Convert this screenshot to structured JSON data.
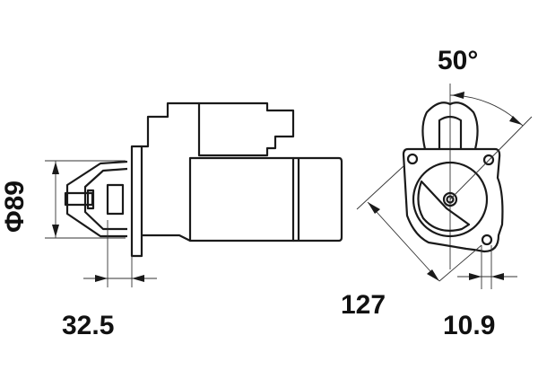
{
  "title": "Starter motor dimension drawing",
  "dimensions": {
    "diameter": "Φ89",
    "flange_offset": "32.5",
    "mount_angle": "50°",
    "bolt_spacing": "127",
    "hole_offset": "10.9"
  },
  "colors": {
    "line": "#1a1a1a",
    "background": "#ffffff"
  }
}
